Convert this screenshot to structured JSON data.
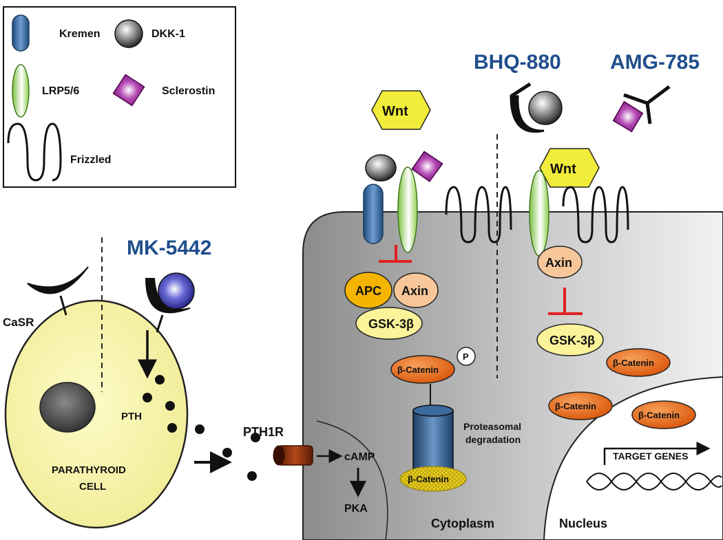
{
  "legend": {
    "kremen": "Kremen",
    "dkk1": "DKK-1",
    "lrp": "LRP5/6",
    "sclerostin": "Sclerostin",
    "frizzled": "Frizzled"
  },
  "drugs": {
    "bhq": "BHQ-880",
    "amg": "AMG-785",
    "mk": "MK-5442"
  },
  "left_cell": {
    "casr": "CaSR",
    "pth": "PTH",
    "cell_line1": "PARATHYROID",
    "cell_line2": "CELL"
  },
  "signaling": {
    "pth1r": "PTH1R",
    "camp": "cAMP",
    "pka": "PKA",
    "wnt": "Wnt",
    "apc": "APC",
    "axin": "Axin",
    "gsk": "GSK-3β",
    "p": "P",
    "bcatenin": "β-Catenin",
    "proteasomal1": "Proteasomal",
    "proteasomal2": "degradation",
    "target_genes": "TARGET GENES",
    "cytoplasm": "Cytoplasm",
    "nucleus": "Nucleus"
  },
  "colors": {
    "drug_blue": "#1f4e8c",
    "inhibit_red": "#e02020",
    "kremen_blue": "#2e5f9a",
    "lrp_green": "#a8d86a",
    "sclerostin_purple": "#8b1a8b",
    "wnt_yellow": "#f2ec3a",
    "catenin_orange": "#e8620f",
    "axin_peach": "#f7c79a",
    "apc_gold": "#f4b400"
  }
}
